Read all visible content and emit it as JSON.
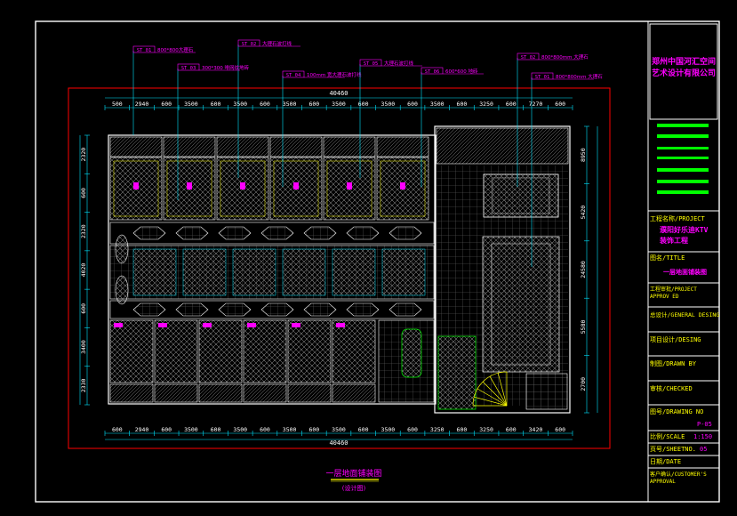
{
  "overall_dim_top": "40460",
  "overall_dim_bottom": "40460",
  "top_dims": [
    "500",
    "2940",
    "600",
    "3500",
    "600",
    "3500",
    "600",
    "3500",
    "600",
    "3500",
    "600",
    "3500",
    "600",
    "3500",
    "600",
    "3250",
    "600",
    "7270",
    "600"
  ],
  "bottom_dims": [
    "600",
    "2940",
    "600",
    "3500",
    "600",
    "3500",
    "600",
    "3500",
    "600",
    "3500",
    "600",
    "3500",
    "600",
    "3250",
    "600",
    "3250",
    "600",
    "3420",
    "600"
  ],
  "left_dims": [
    "2320",
    "600",
    "2320",
    "4020",
    "600",
    "3400",
    "2330"
  ],
  "right_dims": [
    "8950",
    "5420",
    "24580",
    "5580",
    "2700"
  ],
  "callouts": [
    {
      "tag": "ST 01",
      "text": "800*800大理石"
    },
    {
      "tag": "ST 02",
      "text": "大理石波打线"
    },
    {
      "tag": "ST 03",
      "text": "300*300 啡网纹地砖"
    },
    {
      "tag": "ST 04",
      "text": "100mm 宽大理石波打线"
    },
    {
      "tag": "ST 05",
      "text": "大理石波打线"
    },
    {
      "tag": "ST 06",
      "text": "600*600 地砖"
    },
    {
      "tag": "ST 02",
      "text": "800*800mm 大理石"
    },
    {
      "tag": "ST 01",
      "text": "800*800mm 大理石"
    }
  ],
  "title_block": {
    "company": "郑州中国河汇空间艺术设计有限公司",
    "project_label": "工程名称/PROJECT",
    "project_name": "濮阳好乐迪KTV装饰工程",
    "title_label": "图名/TITLE",
    "title_value": "一层地面铺装图",
    "approv_label": "工程审批/PROJECT APPROV ED",
    "general_label": "总设计/GENERAL DESING",
    "desing_label": "项目设计/DESING",
    "drawn_label": "制图/DRAWN BY",
    "checked_label": "审核/CHECKED",
    "drawing_no_label": "图号/DRAWING NO",
    "drawing_no": "P-05",
    "scale_label": "比例/SCALE",
    "scale": "1:150",
    "sheet_label": "页号/SHEETNO.",
    "sheet": "05",
    "date_label": "日期/DATE",
    "approval_label": "客户确认/CUSTOMER'S APPROVAL"
  },
  "drawing_title": "一层地面铺装图",
  "drawing_subtitle": "(设计图)",
  "colors": {
    "line": "#ffffff",
    "dim": "#00e5ff",
    "accent": "#ff00ff",
    "frame": "#ff0000",
    "note": "#ffff00",
    "hatch": "#9a9a9a"
  }
}
